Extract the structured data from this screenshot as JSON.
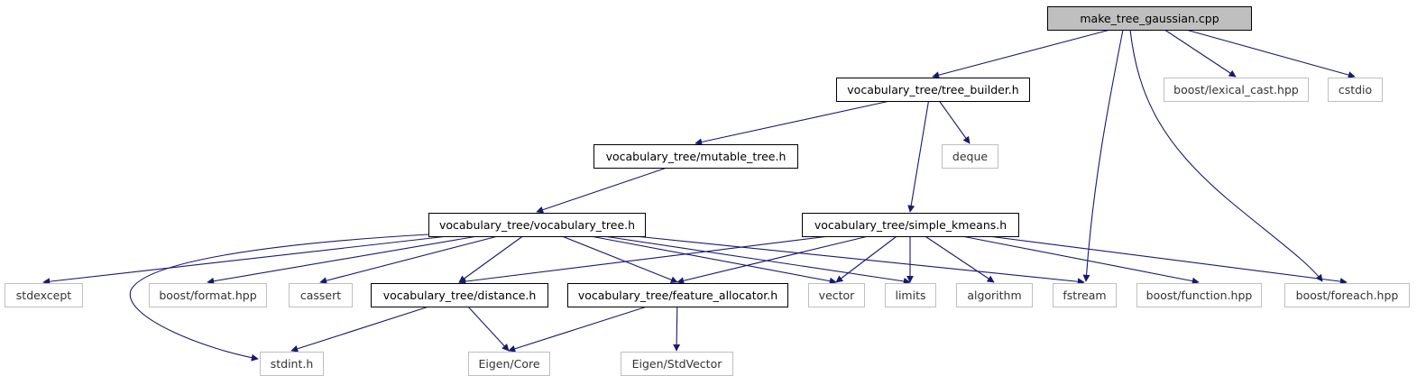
{
  "colors": {
    "edge": "#191970",
    "root_fill": "#bfbfbf",
    "node_border": "#000000",
    "missing_border": "#bfbfbf",
    "background": "#ffffff"
  },
  "nodes": [
    {
      "id": "root",
      "label": "make_tree_gaussian.cpp",
      "kind": "root"
    },
    {
      "id": "tree_builder",
      "label": "vocabulary_tree/tree_builder.h",
      "kind": "file"
    },
    {
      "id": "lexical_cast",
      "label": "boost/lexical_cast.hpp",
      "kind": "missing"
    },
    {
      "id": "cstdio",
      "label": "cstdio",
      "kind": "missing"
    },
    {
      "id": "mutable_tree",
      "label": "vocabulary_tree/mutable_tree.h",
      "kind": "file"
    },
    {
      "id": "deque",
      "label": "deque",
      "kind": "missing"
    },
    {
      "id": "vocab_tree",
      "label": "vocabulary_tree/vocabulary_tree.h",
      "kind": "file"
    },
    {
      "id": "simple_kmeans",
      "label": "vocabulary_tree/simple_kmeans.h",
      "kind": "file"
    },
    {
      "id": "stdexcept",
      "label": "stdexcept",
      "kind": "missing"
    },
    {
      "id": "boost_format",
      "label": "boost/format.hpp",
      "kind": "missing"
    },
    {
      "id": "cassert",
      "label": "cassert",
      "kind": "missing"
    },
    {
      "id": "distance",
      "label": "vocabulary_tree/distance.h",
      "kind": "file"
    },
    {
      "id": "feature_alloc",
      "label": "vocabulary_tree/feature_allocator.h",
      "kind": "file"
    },
    {
      "id": "vector",
      "label": "vector",
      "kind": "missing"
    },
    {
      "id": "limits",
      "label": "limits",
      "kind": "missing"
    },
    {
      "id": "algorithm",
      "label": "algorithm",
      "kind": "missing"
    },
    {
      "id": "fstream",
      "label": "fstream",
      "kind": "missing"
    },
    {
      "id": "boost_function",
      "label": "boost/function.hpp",
      "kind": "missing"
    },
    {
      "id": "boost_foreach",
      "label": "boost/foreach.hpp",
      "kind": "missing"
    },
    {
      "id": "stdint",
      "label": "stdint.h",
      "kind": "missing"
    },
    {
      "id": "eigen_core",
      "label": "Eigen/Core",
      "kind": "missing"
    },
    {
      "id": "eigen_stdvector",
      "label": "Eigen/StdVector",
      "kind": "missing"
    }
  ],
  "edges": [
    {
      "from": "root",
      "to": "tree_builder"
    },
    {
      "from": "root",
      "to": "lexical_cast"
    },
    {
      "from": "root",
      "to": "cstdio"
    },
    {
      "from": "root",
      "to": "fstream"
    },
    {
      "from": "root",
      "to": "boost_foreach"
    },
    {
      "from": "tree_builder",
      "to": "mutable_tree"
    },
    {
      "from": "tree_builder",
      "to": "deque"
    },
    {
      "from": "tree_builder",
      "to": "simple_kmeans"
    },
    {
      "from": "mutable_tree",
      "to": "vocab_tree"
    },
    {
      "from": "vocab_tree",
      "to": "stdexcept"
    },
    {
      "from": "vocab_tree",
      "to": "stdint"
    },
    {
      "from": "vocab_tree",
      "to": "boost_format"
    },
    {
      "from": "vocab_tree",
      "to": "cassert"
    },
    {
      "from": "vocab_tree",
      "to": "distance"
    },
    {
      "from": "vocab_tree",
      "to": "feature_alloc"
    },
    {
      "from": "vocab_tree",
      "to": "vector"
    },
    {
      "from": "vocab_tree",
      "to": "limits"
    },
    {
      "from": "vocab_tree",
      "to": "fstream"
    },
    {
      "from": "simple_kmeans",
      "to": "distance"
    },
    {
      "from": "simple_kmeans",
      "to": "feature_alloc"
    },
    {
      "from": "simple_kmeans",
      "to": "vector"
    },
    {
      "from": "simple_kmeans",
      "to": "limits"
    },
    {
      "from": "simple_kmeans",
      "to": "algorithm"
    },
    {
      "from": "simple_kmeans",
      "to": "boost_function"
    },
    {
      "from": "simple_kmeans",
      "to": "boost_foreach"
    },
    {
      "from": "distance",
      "to": "stdint"
    },
    {
      "from": "distance",
      "to": "eigen_core"
    },
    {
      "from": "feature_alloc",
      "to": "eigen_core"
    },
    {
      "from": "feature_alloc",
      "to": "eigen_stdvector"
    }
  ]
}
